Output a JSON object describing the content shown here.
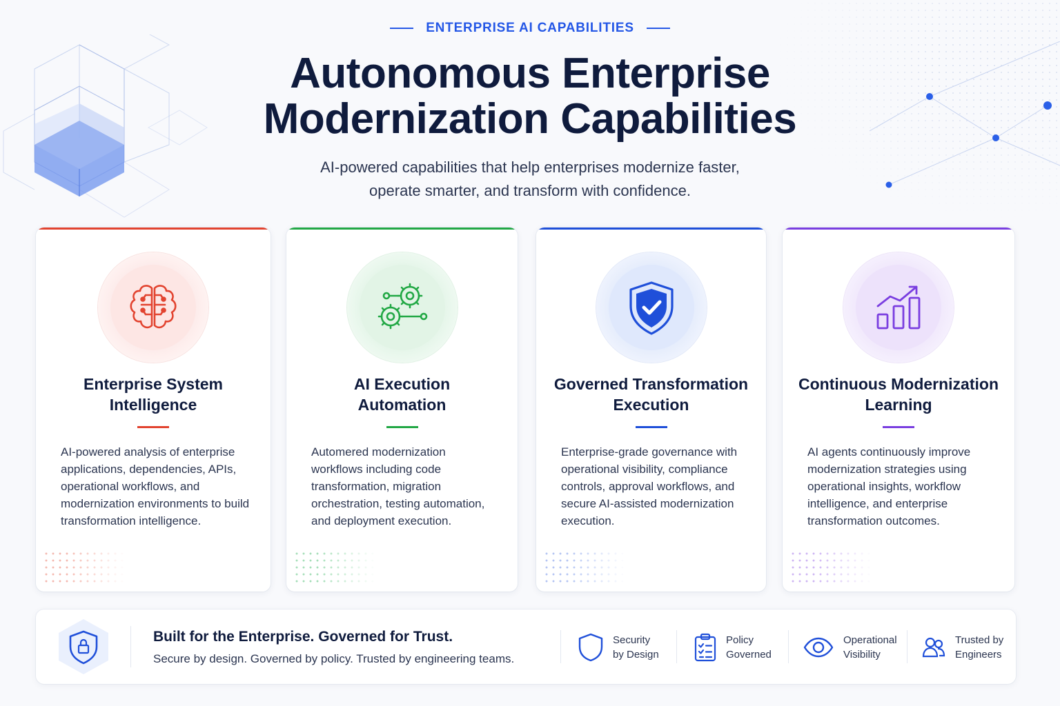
{
  "header": {
    "eyebrow": "ENTERPRISE AI CAPABILITIES",
    "title_line1": "Autonomous Enterprise",
    "title_line2": "Modernization Capabilities",
    "subtitle_line1": "AI-powered capabilities that help enterprises modernize faster,",
    "subtitle_line2": "operate smarter, and transform with confidence."
  },
  "cards": [
    {
      "title_line1": "Enterprise System",
      "title_line2": "Intelligence",
      "description": "AI-powered analysis of enterprise applications, dependencies, APIs, operational workflows, and modernization environments to build transformation intelligence.",
      "accent": "#e2432f",
      "icon": "brain-icon"
    },
    {
      "title_line1": "AI Execution",
      "title_line2": "Automation",
      "description": "Automered modernization workflows including code transformation, migration orchestration, testing automation, and deployment execution.",
      "accent": "#22a845",
      "icon": "gears-icon"
    },
    {
      "title_line1": "Governed Transformation",
      "title_line2": "Execution",
      "description": "Enterprise-grade governance with operational visibility, compliance controls, approval workflows, and secure AI-assisted modernization execution.",
      "accent": "#1f4fd9",
      "icon": "shield-check-icon"
    },
    {
      "title_line1": "Continuous Modernization",
      "title_line2": "Learning",
      "description": "AI agents continuously improve modernization strategies using operational insights, workflow intelligence, and enterprise transformation outcomes.",
      "accent": "#7a3ee0",
      "icon": "growth-chart-icon"
    }
  ],
  "footer": {
    "heading": "Built for the Enterprise. Governed for Trust.",
    "subheading": "Secure by design. Governed by policy. Trusted by engineering teams.",
    "items": [
      {
        "line1": "Security",
        "line2": "by Design",
        "icon": "shield-icon"
      },
      {
        "line1": "Policy",
        "line2": "Governed",
        "icon": "clipboard-check-icon"
      },
      {
        "line1": "Operational",
        "line2": "Visibility",
        "icon": "eye-icon"
      },
      {
        "line1": "Trusted by",
        "line2": "Engineers",
        "icon": "users-icon"
      }
    ],
    "accent": "#1f4fd9"
  }
}
